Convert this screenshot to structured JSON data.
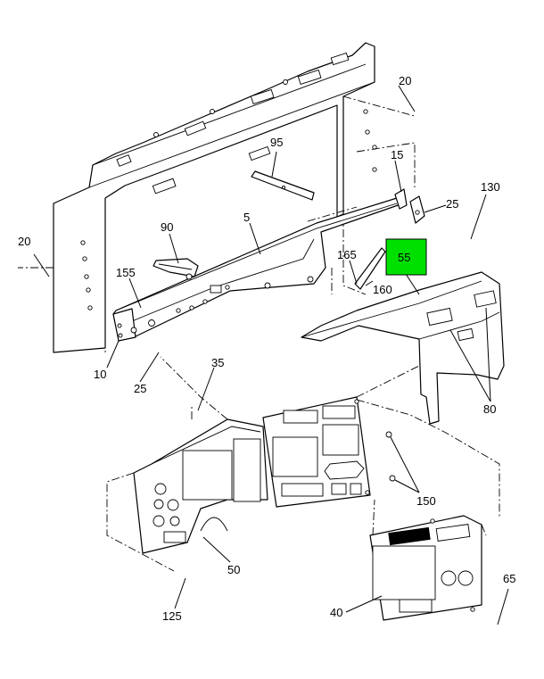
{
  "callouts": {
    "c20_top": "20",
    "c20_left": "20",
    "c95": "95",
    "c15": "15",
    "c130": "130",
    "c25_right": "25",
    "c5": "5",
    "c90": "90",
    "c165": "165",
    "c55": "55",
    "c160": "160",
    "c155": "155",
    "c10": "10",
    "c25_bottom": "25",
    "c35": "35",
    "c80": "80",
    "c150": "150",
    "c50": "50",
    "c65": "65",
    "c40": "40",
    "c125": "125"
  },
  "colors": {
    "highlight": "#00e000",
    "line": "#000000",
    "background": "#ffffff"
  }
}
